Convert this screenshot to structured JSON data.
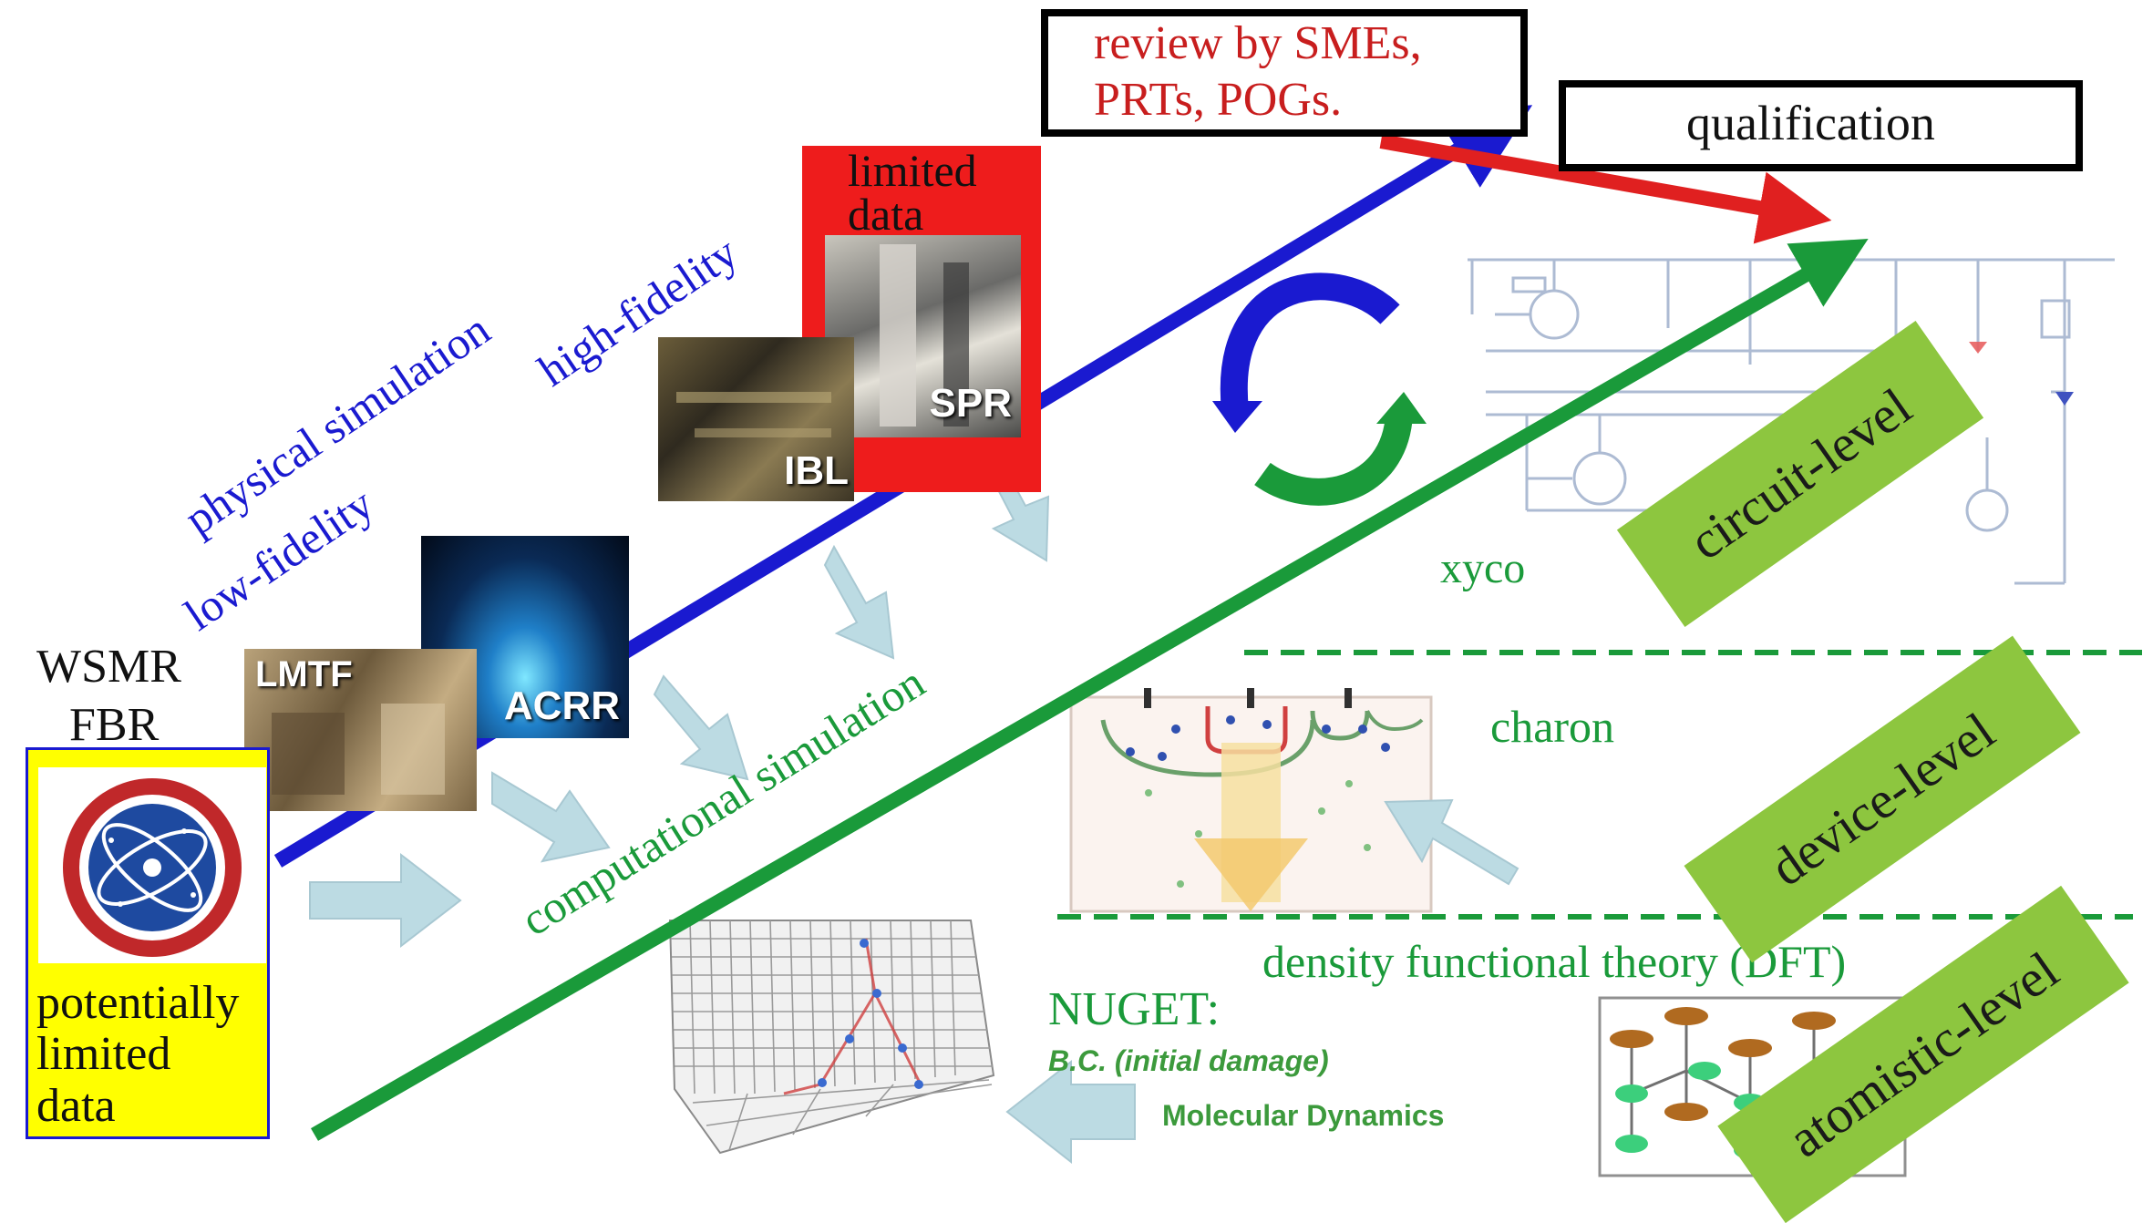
{
  "labels": {
    "review": [
      "review by SMEs,",
      "PRTs, POGs."
    ],
    "qualification": "qualification",
    "limited_data": [
      "limited",
      "data"
    ],
    "high_fidelity": "high-fidelity",
    "physical_simulation": "physical simulation",
    "low_fidelity": "low-fidelity",
    "wsmr": "WSMR",
    "fbr": "FBR",
    "potentially": [
      "potentially",
      "limited",
      "data"
    ],
    "computational_simulation": "computational simulation",
    "xyco": "xyco",
    "charon": "charon",
    "dft": "density functional theory (DFT)",
    "nuget": "NUGET:",
    "bc": "B.C. (initial damage)",
    "md": "Molecular Dynamics"
  },
  "tags": {
    "circuit": "circuit-level",
    "device": "device-level",
    "atomistic": "atomistic-level"
  },
  "photos": {
    "spr": "SPR",
    "ibl": "IBL",
    "acrr": "ACRR",
    "lmtf": "LMTF"
  },
  "colors": {
    "blue": "#1a1ad0",
    "green": "#1a9a3a",
    "red": "#e02020",
    "tag_green": "#8dc63f",
    "arrow_fill": "#bcdbe3"
  }
}
